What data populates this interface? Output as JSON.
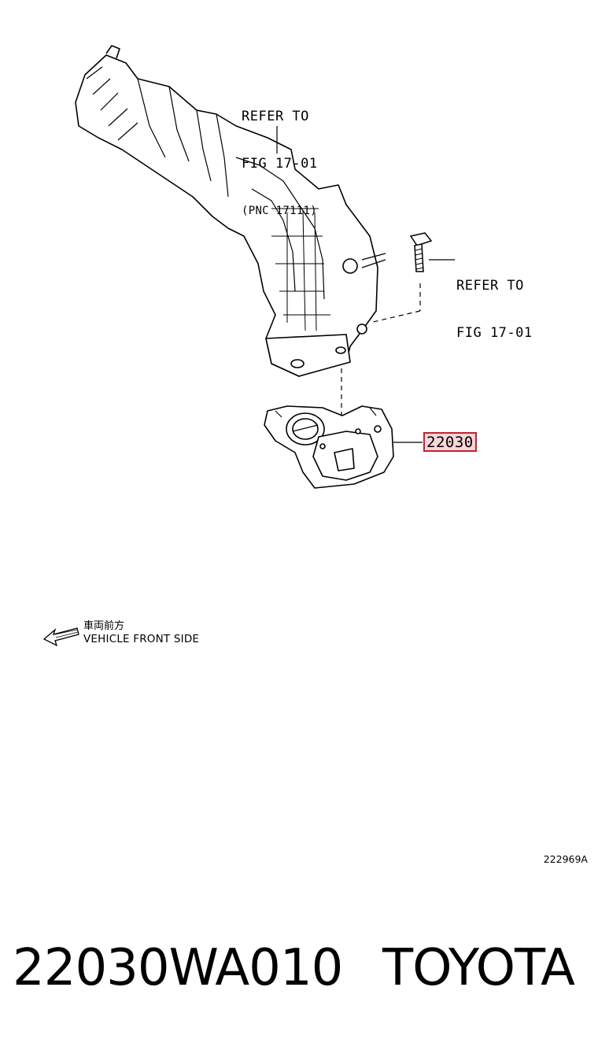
{
  "callouts": {
    "refer_manifold": {
      "line1": "REFER TO",
      "line2": "FIG 17-01",
      "line3": "(PNC 17111)"
    },
    "refer_bolt": {
      "line1": "REFER TO",
      "line2": "FIG 17-01"
    },
    "part_label": "22030"
  },
  "direction": {
    "japanese": "車両前方",
    "english": "VEHICLE FRONT SIDE"
  },
  "illustration_id": "222969A",
  "footer": {
    "part_number": "22030WA010",
    "brand": "TOYOTA"
  },
  "colors": {
    "highlight_border": "#c8202a",
    "highlight_fill": "#f7d5d8",
    "line": "#000000"
  }
}
